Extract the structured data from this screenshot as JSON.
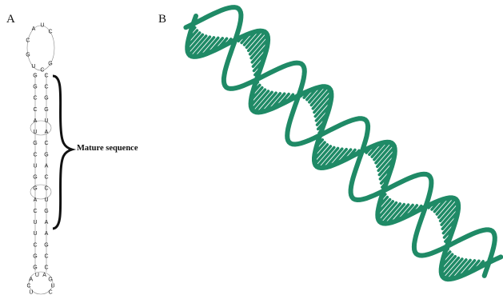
{
  "panels": {
    "a": {
      "label": "A"
    },
    "b": {
      "label": "B"
    }
  },
  "annotation": {
    "mature_label": "Mature sequence"
  },
  "hairpin": {
    "loop_top": [
      "G",
      "C",
      "U",
      "G",
      "C",
      "A",
      "U",
      "C"
    ],
    "stem_left": [
      "G",
      "G",
      "C",
      "C",
      "A",
      "U",
      "G",
      "C",
      "U",
      "G",
      "G",
      "A",
      "C",
      "U",
      "U",
      "C",
      "G",
      "G"
    ],
    "stem_right": [
      "C",
      "C",
      "G",
      "G",
      "U",
      "A",
      "C",
      "G",
      "A",
      "C",
      "C",
      "U",
      "G",
      "A",
      "A",
      "G",
      "C",
      "C"
    ],
    "loop_bottom": [
      "U",
      "C",
      "A",
      "U",
      "A",
      "G",
      "U",
      "C"
    ]
  },
  "structure_color": "#1f8a66"
}
